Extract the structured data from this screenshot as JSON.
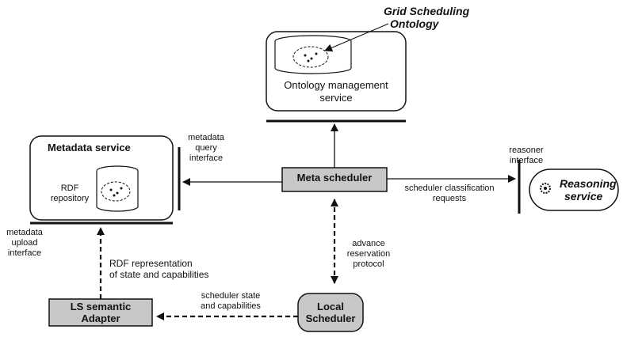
{
  "ontology": {
    "caption_line1": "Grid Scheduling",
    "caption_line2": "Ontology",
    "service_line1": "Ontology management",
    "service_line2": "service"
  },
  "metadata_service": {
    "title": "Metadata service",
    "repo_line1": "RDF",
    "repo_line2": "repository"
  },
  "meta_scheduler": {
    "label": "Meta scheduler"
  },
  "reasoning_service": {
    "line1": "Reasoning",
    "line2": "service"
  },
  "ls_adapter": {
    "line1": "LS semantic",
    "line2": "Adapter"
  },
  "local_scheduler": {
    "line1": "Local",
    "line2": "Scheduler"
  },
  "interfaces": {
    "metadata_query": [
      "metadata",
      "query",
      "interface"
    ],
    "reasoner": [
      "reasoner",
      "interface"
    ],
    "metadata_upload": [
      "metadata",
      "upload",
      "interface"
    ]
  },
  "edge_labels": {
    "classification": [
      "scheduler classification",
      "requests"
    ],
    "advance_reservation": [
      "advance",
      "reservation",
      "protocol"
    ],
    "rdf_representation": [
      "RDF representation",
      "of state and capabilities"
    ],
    "state_capabilities": [
      "scheduler state",
      "and capabilities"
    ]
  }
}
